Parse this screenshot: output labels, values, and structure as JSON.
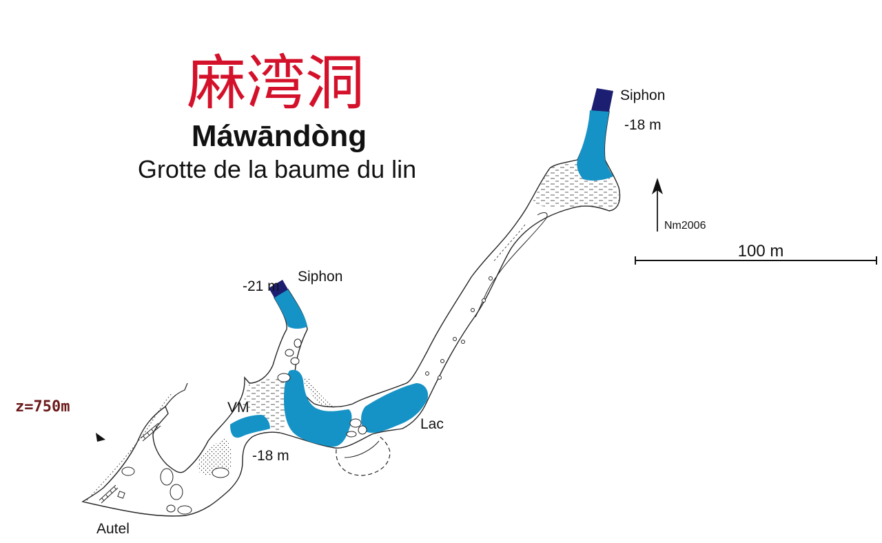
{
  "title": {
    "chinese": "麻湾洞",
    "pinyin": "Máwāndòng",
    "french": "Grotte de la baume du lin"
  },
  "labels": {
    "siphon_top": "Siphon",
    "depth_top": "-18 m",
    "siphon_mid": "Siphon",
    "depth_mid": "-21 m",
    "vm": "VM",
    "depth_low": "-18 m",
    "lac": "Lac",
    "autel": "Autel",
    "altitude": "z=750m"
  },
  "north_arrow": {
    "label": "Nm2006"
  },
  "scale_bar": {
    "label": "100 m",
    "length_m": 100
  },
  "colors": {
    "chinese_title": "#d4112a",
    "water": "#1693c6",
    "siphon": "#1c1e72",
    "altitude_text": "#6b1a1a",
    "outline": "#222222",
    "text": "#111111"
  }
}
